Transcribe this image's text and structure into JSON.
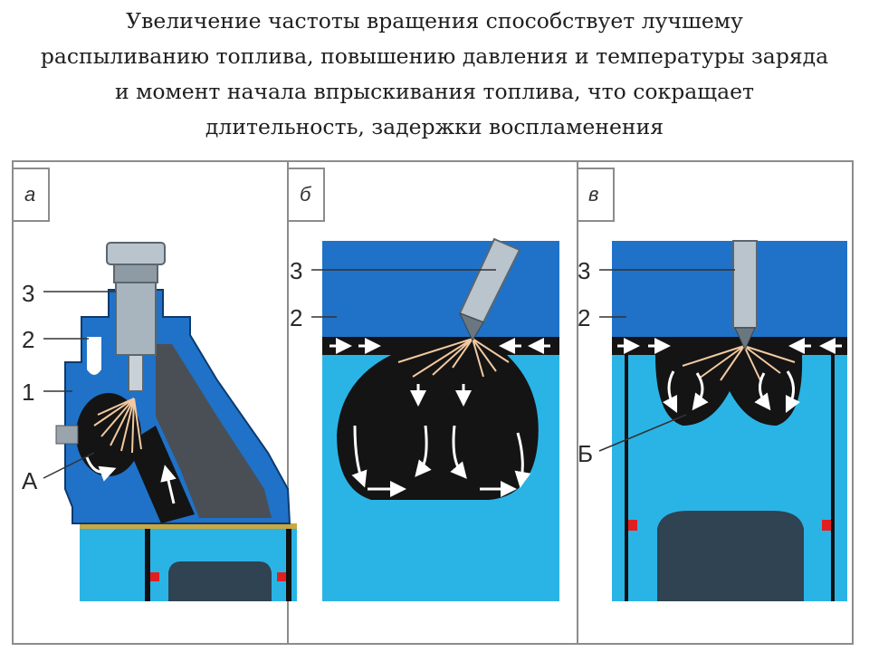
{
  "caption": {
    "lines": [
      "Увеличение частоты вращения способствует лучшему",
      "распыливанию топлива, повышению давления и температуры заряда",
      "и момент начала впрыскивания топлива, что сокращает",
      "длительность, задержки воспламенения"
    ]
  },
  "panels": [
    {
      "label": "а",
      "callouts": [
        "3",
        "2",
        "1",
        "А"
      ]
    },
    {
      "label": "б",
      "callouts": [
        "3",
        "2"
      ]
    },
    {
      "label": "в",
      "callouts": [
        "3",
        "2",
        "Б"
      ]
    }
  ],
  "colors": {
    "head_blue": "#1f72c8",
    "cylinder_cyan": "#2ab4e6",
    "chamber_dark": "#141414",
    "frame_gray": "#8c8c8c",
    "marker_red": "#e02020"
  }
}
